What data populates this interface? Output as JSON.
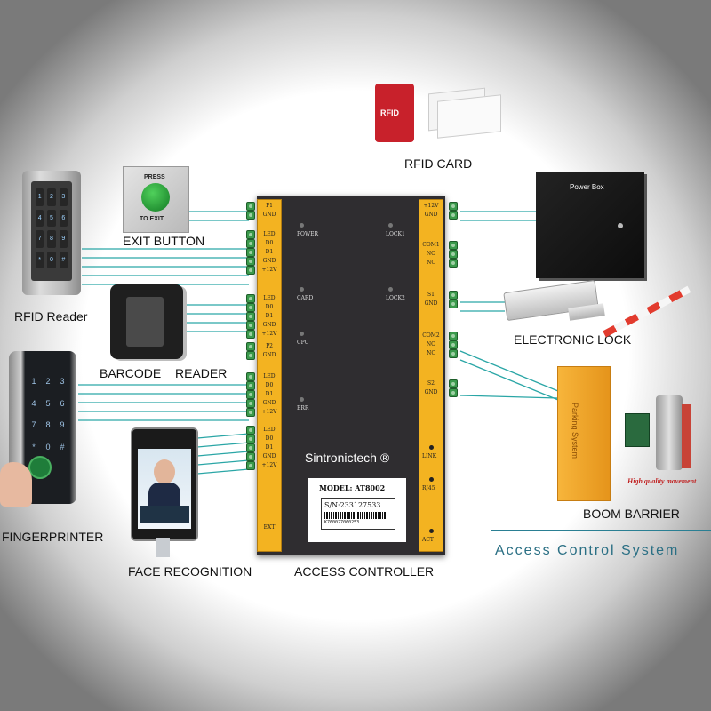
{
  "labels": {
    "rfid_card": "RFID CARD",
    "rfid_reader": "RFID Reader",
    "exit_button": "EXIT BUTTON",
    "barcode_reader_1": "BARCODE",
    "barcode_reader_2": "READER",
    "fingerprinter": "FINGERPRINTER",
    "face_recognition": "FACE RECOGNITION",
    "access_controller": "ACCESS CONTROLLER",
    "electronic_lock": "ELECTRONIC LOCK",
    "boom_barrier": "BOOM BARRIER",
    "access_control_system": "Access Control System"
  },
  "devices": {
    "rfid_card_logo": "RFID",
    "exit_button_top": "PRESS",
    "exit_button_bottom": "TO EXIT",
    "power_box": "Power Box",
    "parking_system": "Parking System",
    "high_quality": "High quality movement",
    "keypad_keys": [
      "1",
      "2",
      "3",
      "4",
      "5",
      "6",
      "7",
      "8",
      "9",
      "*",
      "0",
      "#"
    ]
  },
  "controller": {
    "brand": "Sintronictech ®",
    "model": "MODEL: AT8002",
    "serial": "S/N:233127533",
    "barcode_text": "K760027060253",
    "leds": [
      "POWER",
      "LOCK1",
      "CARD",
      "LOCK2",
      "CPU",
      "ERR",
      "LINK",
      "RJ45",
      "ACT"
    ],
    "left_terminals": [
      [
        "P1",
        "GND"
      ],
      [
        "LED",
        "D0",
        "D1",
        "GND",
        "+12V"
      ],
      [
        "LED",
        "D0",
        "D1",
        "GND",
        "+12V"
      ],
      [
        "P2",
        "GND"
      ],
      [
        "LED",
        "D0",
        "D1",
        "GND",
        "+12V"
      ],
      [
        "LED",
        "D0",
        "D1",
        "GND",
        "+12V"
      ],
      [
        "EXT"
      ]
    ],
    "right_terminals": [
      [
        "+12V",
        "GND"
      ],
      [
        "COM1",
        "NO",
        "NC"
      ],
      [
        "S1",
        "GND"
      ],
      [
        "COM2",
        "NO",
        "NC"
      ],
      [
        "S2",
        "GND"
      ]
    ]
  },
  "colors": {
    "wire": "#2aa6a6",
    "controller_body": "#2f2d30",
    "terminal_strip": "#f3b321",
    "barrier": "#f3a21d",
    "footer_line": "#2a7f93",
    "footer_text": "#2a6f84"
  }
}
